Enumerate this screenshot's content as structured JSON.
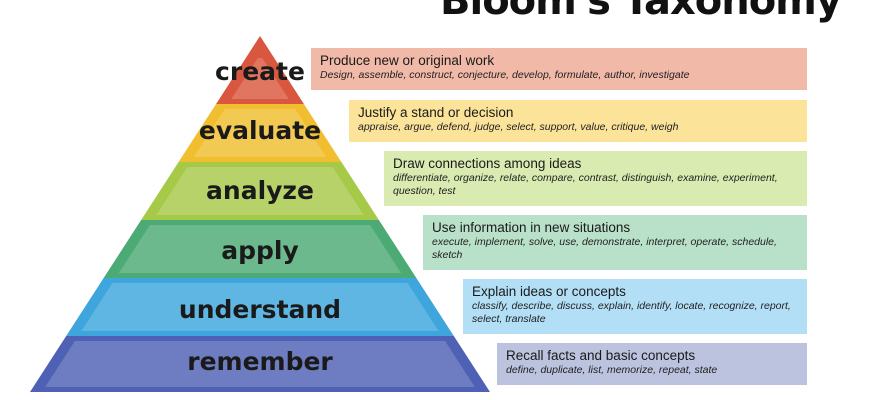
{
  "title": "Bloom's Taxonomy",
  "levels": [
    {
      "label": "create",
      "heading": "Produce new or original work",
      "verbs": "Design, assemble, construct, conjecture, develop, formulate, author, investigate",
      "color": "#d9573e",
      "box_color": "#f1b9a8"
    },
    {
      "label": "evaluate",
      "heading": "Justify a stand or decision",
      "verbs": "appraise, argue, defend, judge, select, support, value, critique, weigh",
      "color": "#f0be2e",
      "box_color": "#fbe39a"
    },
    {
      "label": "analyze",
      "heading": "Draw connections among ideas",
      "verbs": "differentiate, organize, relate, compare, contrast, distinguish, examine, experiment, question, test",
      "color": "#a6c948",
      "box_color": "#d9ebb0"
    },
    {
      "label": "apply",
      "heading": "Use information in new situations",
      "verbs": "execute, implement, solve, use, demonstrate, interpret, operate, schedule, sketch",
      "color": "#4caa74",
      "box_color": "#b9e0c8"
    },
    {
      "label": "understand",
      "heading": "Explain ideas or concepts",
      "verbs": "classify, describe, discuss, explain, identify, locate, recognize, report, select, translate",
      "color": "#3ea6dc",
      "box_color": "#b2dff5"
    },
    {
      "label": "remember",
      "heading": "Recall facts and basic concepts",
      "verbs": "define, duplicate, list, memorize, repeat, state",
      "color": "#4f61b5",
      "box_color": "#bcc3de"
    }
  ]
}
